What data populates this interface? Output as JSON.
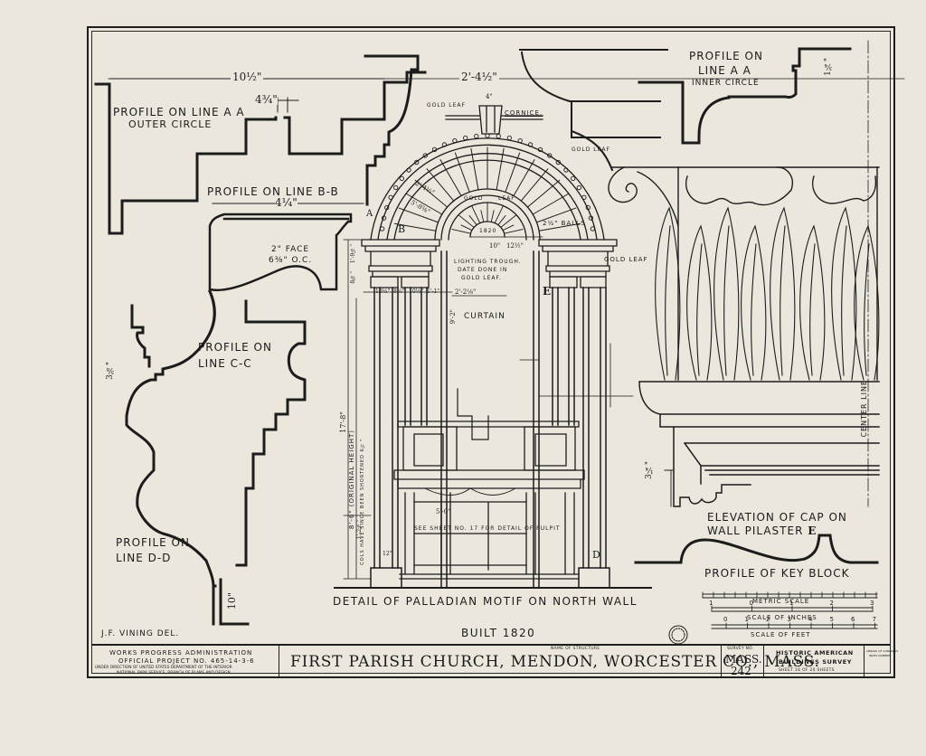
{
  "sheet": {
    "colors": {
      "paper": "#ebe7dc",
      "ink": "#1c1c1c"
    }
  },
  "profiles": {
    "aa_outer": {
      "title": "PROFILE ON LINE A A",
      "subtitle": "OUTER CIRCLE",
      "dim_width": "10½\"",
      "dim_step": "4¾\""
    },
    "bb": {
      "title": "PROFILE ON LINE B-B",
      "dim_width": "4¼\"",
      "note_line1": "2\" FACE",
      "note_line2": "6⅜\" O.C."
    },
    "cc": {
      "title_line1": "PROFILE ON",
      "title_line2": "LINE C-C",
      "dim": "3⅜\""
    },
    "dd": {
      "title_line1": "PROFILE ON",
      "title_line2": "LINE D-D",
      "dim": "10\""
    },
    "aa_inner": {
      "title_line1": "PROFILE ON",
      "title_line2": "LINE A A",
      "subtitle": "INNER CIRCLE",
      "dim": "1¾\""
    },
    "keyblock": {
      "title": "PROFILE OF KEY BLOCK"
    },
    "cap": {
      "title_line1": "ELEVATION OF CAP ON",
      "title_line2": "WALL PILASTER",
      "pilaster_mark": "E",
      "dim": "3¼\"",
      "center_line": "CENTER LINE"
    }
  },
  "palladian": {
    "title": "DETAIL OF PALLADIAN MOTIF ON NORTH WALL",
    "labels": {
      "gold_leaf_top": "GOLD LEAF",
      "cornice": "CORNICE.",
      "gold_leaf_right": "GOLD LEAF",
      "gold_leaf_center_a": "GOLD",
      "gold_leaf_center_b": "LEAF",
      "balls": "2½\" BALLS",
      "date": "1820",
      "lighting_line1": "LIGHTING TROUGH.",
      "lighting_line2": "DATE DONE IN",
      "lighting_line3": "GOLD LEAF.",
      "gold_leaf_cap": "GOLD LEAF",
      "curtain": "CURTAIN",
      "pulpit_note": "SEE SHEET NO. 17 FOR DETAIL OF PULPIT",
      "orig_height": "8'-6\" (ORIGINAL HEIGHT)",
      "cols_note": "COLS HAVE SINCE BEEN SHORTENED 6½\"",
      "mark_b": "B",
      "mark_e": "E",
      "mark_d": "D",
      "mark_a": "A"
    },
    "dims": {
      "overall_width": "2'-4½\"",
      "keystone": "4\"",
      "radius_a": "2'-4½\"",
      "radius_b": "5'-8⅝\"",
      "height_total": "17'-8\"",
      "trough_a": "10\"",
      "trough_b": "12½\"",
      "col_a": "10½\"",
      "col_b": "8½\"",
      "col_c": "10½\"",
      "col_d": "1'-1\"",
      "opening": "2'-2⅛\"",
      "curtain_h": "9'-2\"",
      "cap_h1": "1'-9⅛\"",
      "cap_h2": "8⅜\"",
      "base": "1'-2⅜\"",
      "plinth": "12\"",
      "mid": "5'-0\""
    }
  },
  "scales": {
    "metric_label": "METRIC SCALE",
    "inches_label": "SCALE OF INCHES",
    "inches_ticks": [
      "1",
      "0",
      "1",
      "2",
      "3"
    ],
    "feet_label": "SCALE OF FEET",
    "feet_ticks": [
      "0",
      "1",
      "2",
      "3",
      "4",
      "5",
      "6",
      "7"
    ]
  },
  "credits": {
    "delineator": "J.F. VINING DEL.",
    "built": "BUILT 1820"
  },
  "title_block": {
    "wpa_line1": "WORKS PROGRESS ADMINISTRATION",
    "wpa_line2": "OFFICIAL PROJECT NO. 465-14-3-6",
    "wpa_line3": "UNDER DIRECTION OF UNITED STATES DEPARTMENT OF THE INTERIOR",
    "wpa_line4": "NATIONAL PARK SERVICE, BRANCH OF PLANS AND DESIGN",
    "name_caption": "NAME OF STRUCTURE",
    "structure_name": "FIRST PARISH CHURCH, MENDON, WORCESTER CO., MASS.",
    "survey_caption": "SURVEY NO.",
    "survey_no_line1": "MASS.",
    "survey_no_line2": "242",
    "habs_line1": "HISTORIC AMERICAN",
    "habs_line2": "BUILDINGS SURVEY",
    "sheet_info": "SHEET 16 OF 20 SHEETS",
    "library_line1": "LIBRARY OF CONGRESS",
    "library_line2": "INDEX NUMBER"
  }
}
